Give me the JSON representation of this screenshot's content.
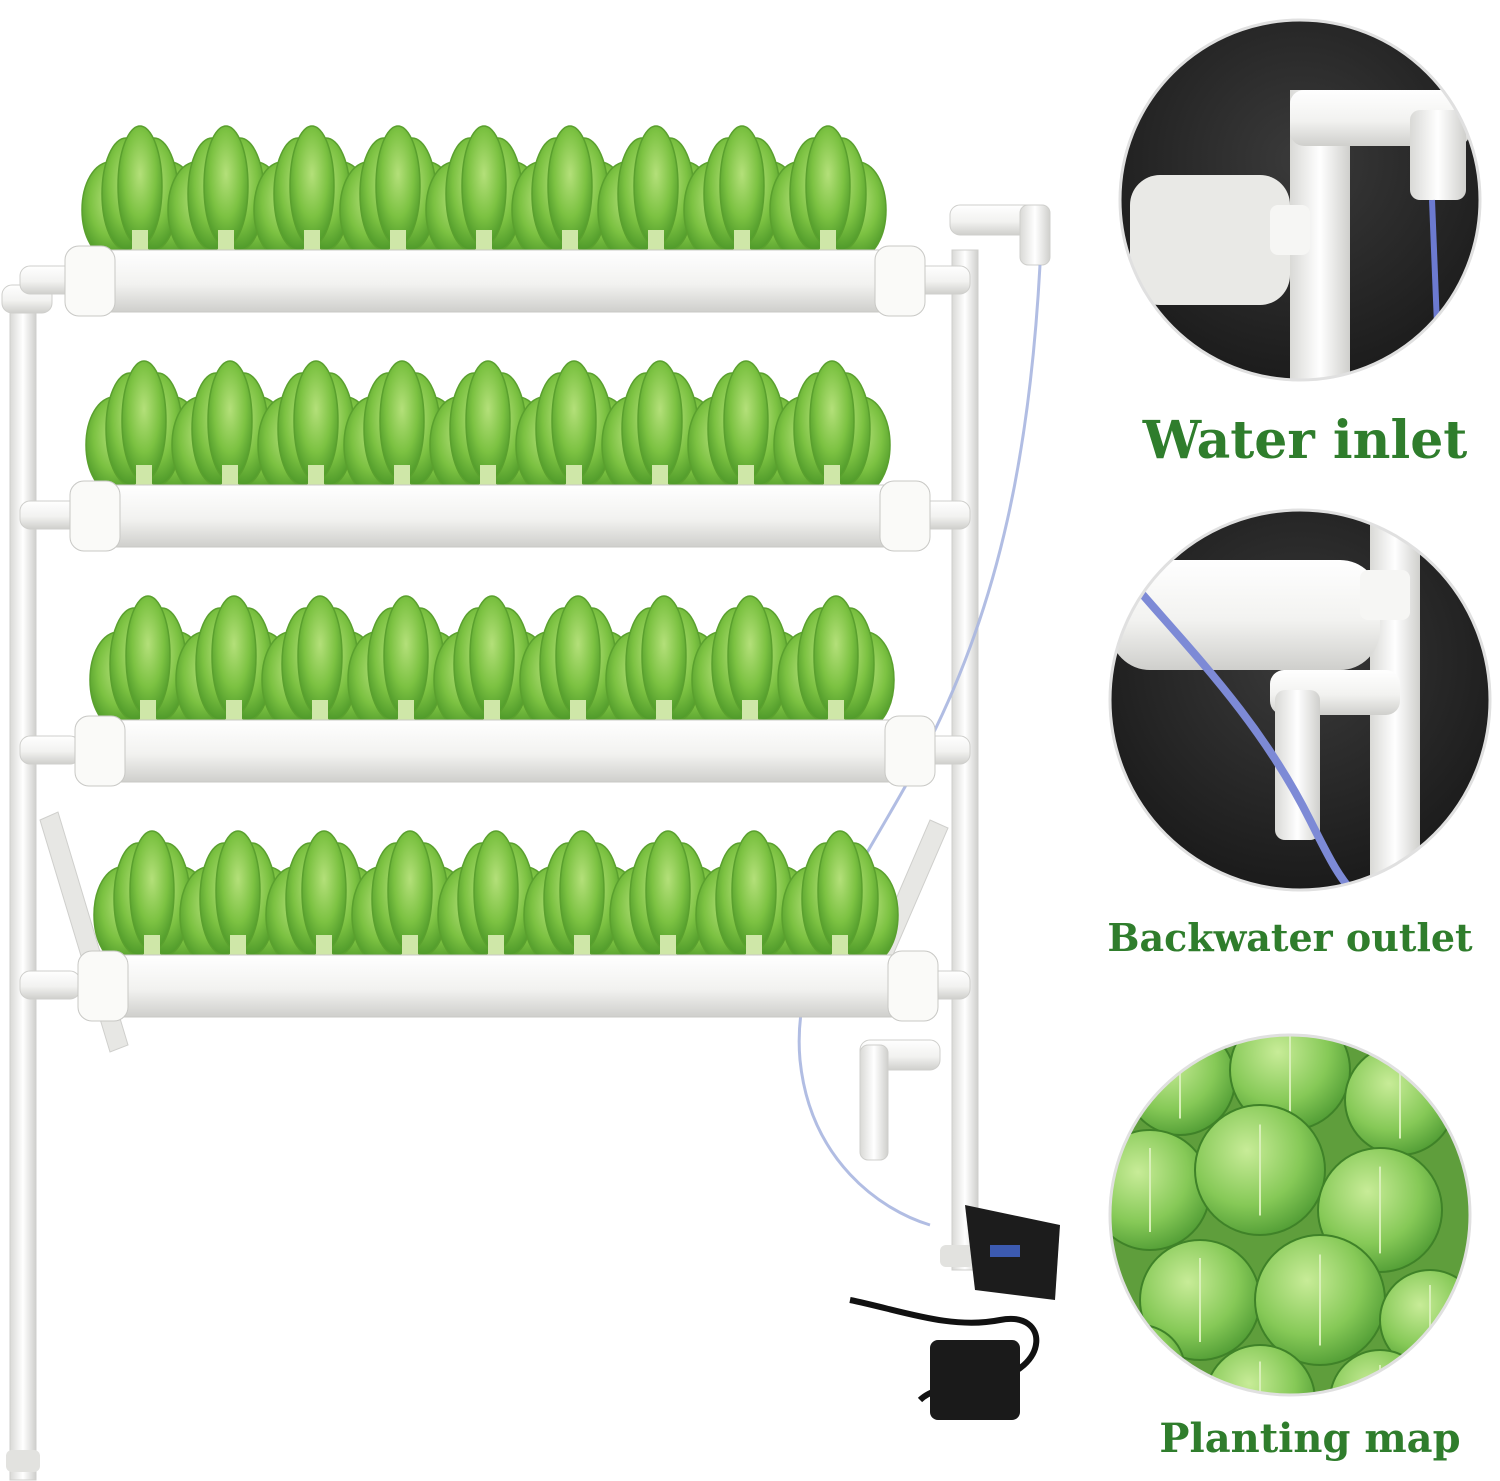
{
  "captions": {
    "water_inlet": "Water inlet",
    "backwater_outlet": "Backwater outlet",
    "planting_map": "Planting map"
  },
  "colors": {
    "caption_green": "#2f7d2c",
    "pvc_white": "#f4f4f2",
    "lettuce_green": "#7cc242",
    "inset_dark": "#1e1e1e"
  },
  "system": {
    "tiers": 4,
    "plants_per_tier": 9
  }
}
